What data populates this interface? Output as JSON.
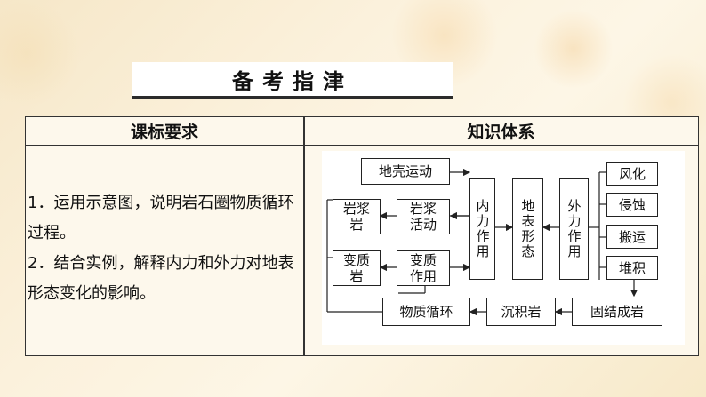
{
  "title": "备考指津",
  "table": {
    "col1_header": "课标要求",
    "col2_header": "知识体系",
    "requirements": [
      "1．运用示意图，说明岩石圈物质循环过程。",
      "2．结合实例，解释内力和外力对地表形态变化的影响。"
    ]
  },
  "diagram": {
    "crust_movement": "地壳运动",
    "magma": "岩浆岩",
    "magma_activity": "岩浆活动",
    "metamorphic": "变质岩",
    "metamorphism": "变质作用",
    "internal_force": "内力作用",
    "landform": "地表形态",
    "external_force": "外力作用",
    "weathering": "风化",
    "erosion": "侵蚀",
    "transport": "搬运",
    "deposition": "堆积",
    "consolidation": "固结成岩",
    "sedimentary": "沉积岩",
    "material_cycle": "物质循环"
  }
}
